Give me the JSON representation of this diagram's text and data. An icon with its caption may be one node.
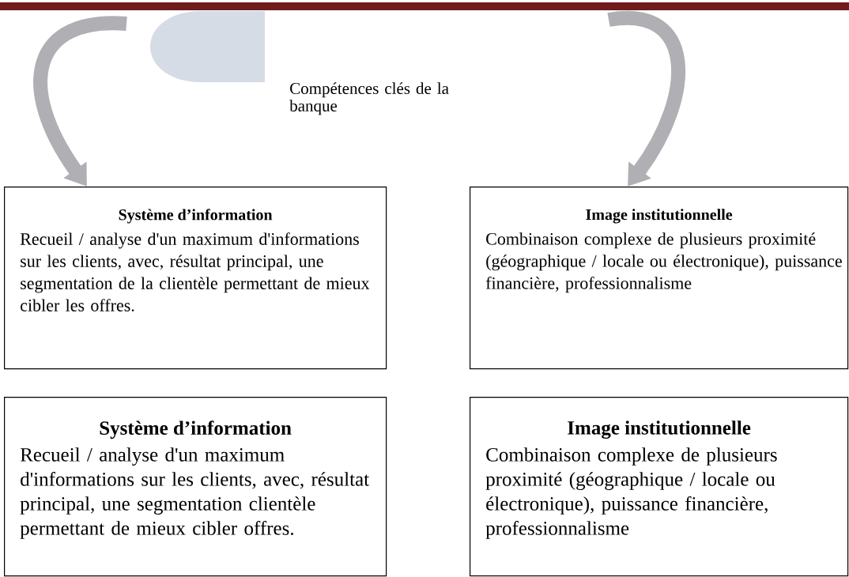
{
  "diagram": {
    "title": "Compétences clés de la banque",
    "nodes": [
      {
        "text": [
          "Système d’information",
          "Recueil / analyse d'un maximum d'informations sur les clients, avec, résultat principal, une segmentation de la clientèle permettant de mieux cibler les offres."
        ]
      },
      {
        "text": [
          "Image institutionnelle",
          "Combinaison complexe de plusieurs proximité (géographique / locale ou électronique), puissance financière, professionnalisme"
        ]
      },
      {
        "text": [
          "Système d’information",
          "Recueil / analyse d'un maximum d'informations sur les clients, avec, résultat principal, une segmentation clientèle permettant de mieux cibler offres."
        ]
      },
      {
        "text": [
          "Image institutionnelle",
          "Combinaison complexe de plusieurs proximité (géographique / locale ou électronique), puissance financière, professionnalisme"
        ]
      }
    ],
    "edges": [
      {
        "from": null,
        "to": 0,
        "arrow": "to"
      },
      {
        "from": null,
        "to": 1,
        "arrow": "to"
      }
    ]
  }
}
